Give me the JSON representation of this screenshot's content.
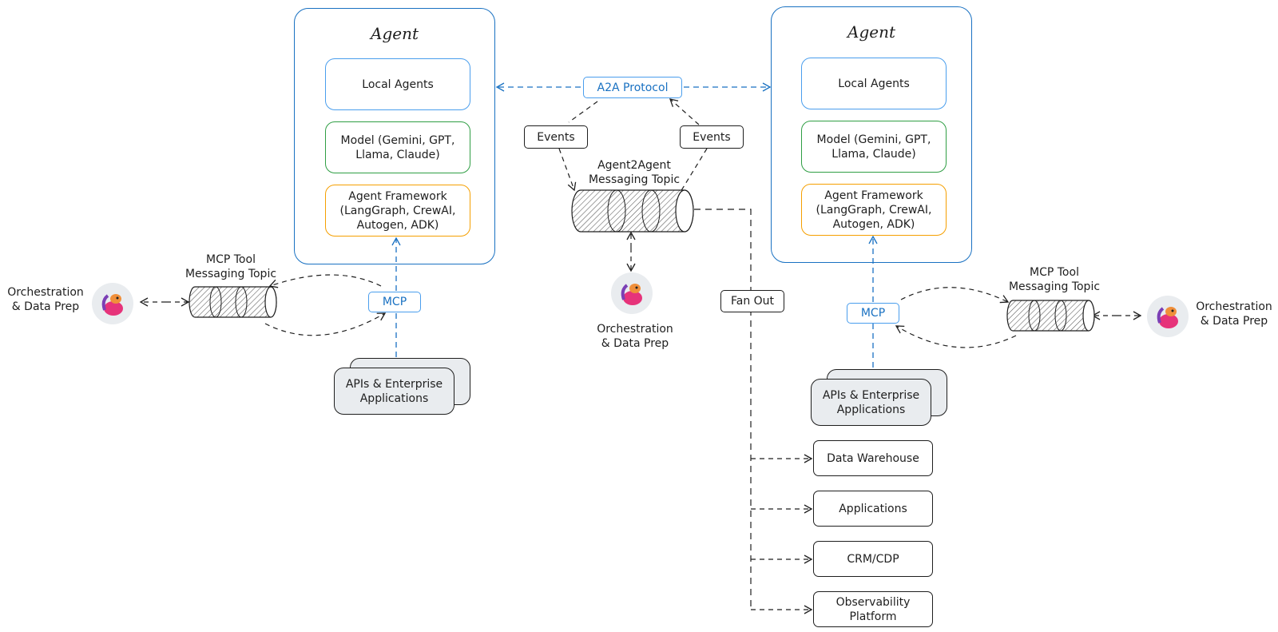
{
  "left_agent": {
    "title": "Agent",
    "local_agents": "Local Agents",
    "model": "Model (Gemini, GPT,\nLlama, Claude)",
    "framework": "Agent Framework\n(LangGraph, CrewAI,\nAutogen, ADK)",
    "mcp": "MCP",
    "apis": "APIs & Enterprise\nApplications",
    "mcp_topic": "MCP Tool\nMessaging Topic",
    "orchestration": "Orchestration\n& Data Prep"
  },
  "right_agent": {
    "title": "Agent",
    "local_agents": "Local Agents",
    "model": "Model (Gemini, GPT,\nLlama, Claude)",
    "framework": "Agent Framework\n(LangGraph, CrewAI,\nAutogen, ADK)",
    "mcp": "MCP",
    "apis": "APIs & Enterprise\nApplications",
    "mcp_topic": "MCP Tool\nMessaging Topic",
    "orchestration": "Orchestration\n& Data Prep"
  },
  "center": {
    "a2a_protocol": "A2A Protocol",
    "events_left": "Events",
    "events_right": "Events",
    "a2a_topic": "Agent2Agent\nMessaging Topic",
    "orchestration": "Orchestration\n& Data Prep",
    "fan_out": "Fan Out"
  },
  "sinks": {
    "data_warehouse": "Data Warehouse",
    "applications": "Applications",
    "crm_cdp": "CRM/CDP",
    "observability": "Observability\nPlatform"
  },
  "colors": {
    "blue_stroke": "#1971c2",
    "light_blue_stroke": "#4a9eed",
    "green_stroke": "#2f9e44",
    "orange_stroke": "#f59f00",
    "grey_fill": "#e9ecef",
    "ink": "#1e1e1e"
  },
  "icons": {
    "orchestration": "flink-squirrel-icon",
    "topic": "cylinder-topic-icon"
  }
}
